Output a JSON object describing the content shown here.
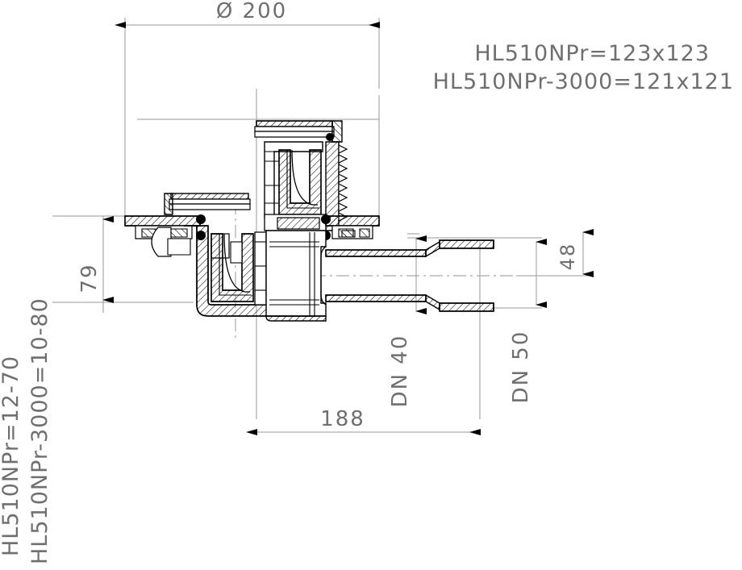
{
  "drawing": {
    "type": "technical-cross-section",
    "subject": "HL510NPr floor drain with horizontal outlet",
    "line_color": "#000000",
    "dimension_color": "#6f6f6f",
    "background": "#ffffff"
  },
  "dimensions": {
    "top_diameter": "Ø 200",
    "height_left": "79",
    "length_bottom": "188",
    "outlet_offset": "48",
    "outlet_small": "DN 40",
    "outlet_large": "DN 50"
  },
  "labels": {
    "top_line1": "HL510NPr=123x123",
    "top_line2": "HL510NPr-3000=121x121",
    "left_line1": "HL510NPr=12-70",
    "left_line2": "HL510NPr-3000=10-80"
  }
}
